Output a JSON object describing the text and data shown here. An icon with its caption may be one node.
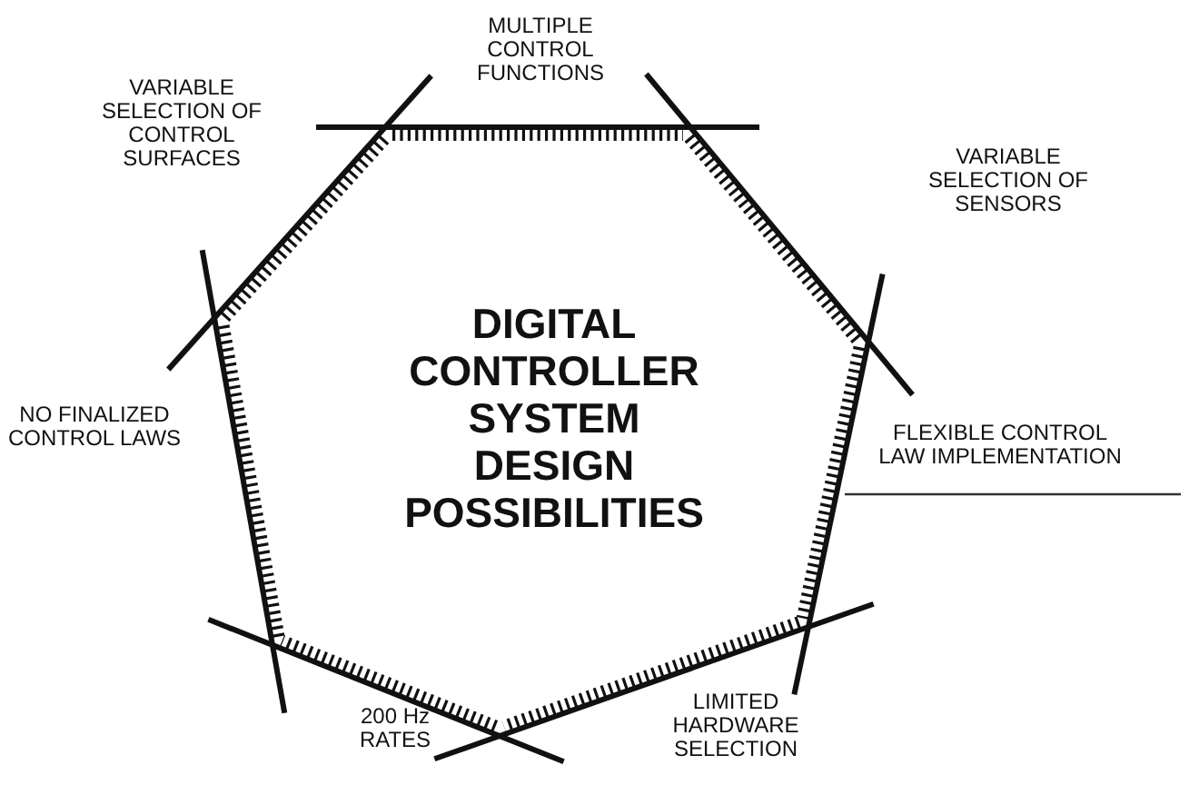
{
  "diagram": {
    "title": "DIGITAL CONTROLLER SYSTEM DESIGN POSSIBILITIES",
    "labels": [
      "MULTIPLE CONTROL FUNCTIONS",
      "VARIABLE SELECTION OF CONTROL SURFACES",
      "VARIABLE SELECTION OF SENSORS",
      "NO FINALIZED CONTROL LAWS",
      "FLEXIBLE CONTROL LAW IMPLEMENTATION",
      "200 Hz RATES",
      "LIMITED HARDWARE SELECTION"
    ]
  }
}
